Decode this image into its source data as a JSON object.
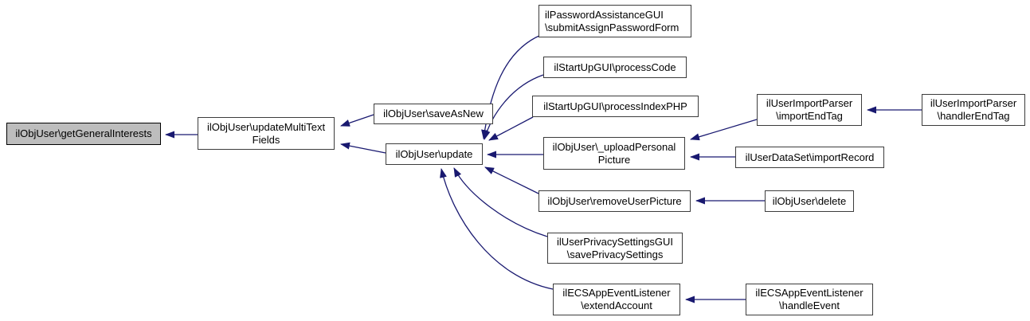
{
  "diagram": {
    "type": "call-graph",
    "colors": {
      "arrow": "#191970",
      "node_border": "#3c3c3c",
      "node_fill": "#ffffff",
      "highlight_fill": "#bdbdbd",
      "highlight_border": "#000000",
      "text": "#000000",
      "background": "#ffffff"
    },
    "nodes": {
      "getGeneralInterests": {
        "line1": "ilObjUser\\getGeneralInterests",
        "highlighted": true
      },
      "updateMultiTextFields": {
        "line1": "ilObjUser\\updateMultiText",
        "line2": "Fields"
      },
      "saveAsNew": {
        "line1": "ilObjUser\\saveAsNew"
      },
      "update": {
        "line1": "ilObjUser\\update"
      },
      "submitAssignPasswordForm": {
        "line1": "ilPasswordAssistanceGUI",
        "line2": "\\submitAssignPasswordForm"
      },
      "processCode": {
        "line1": "ilStartUpGUI\\processCode"
      },
      "processIndexPHP": {
        "line1": "ilStartUpGUI\\processIndexPHP"
      },
      "importEndTag": {
        "line1": "ilUserImportParser",
        "line2": "\\importEndTag"
      },
      "handlerEndTag": {
        "line1": "ilUserImportParser",
        "line2": "\\handlerEndTag"
      },
      "uploadPersonalPicture": {
        "line1": "ilObjUser\\_uploadPersonal",
        "line2": "Picture"
      },
      "importRecord": {
        "line1": "ilUserDataSet\\importRecord"
      },
      "removeUserPicture": {
        "line1": "ilObjUser\\removeUserPicture"
      },
      "delete": {
        "line1": "ilObjUser\\delete"
      },
      "savePrivacySettings": {
        "line1": "ilUserPrivacySettingsGUI",
        "line2": "\\savePrivacySettings"
      },
      "extendAccount": {
        "line1": "ilECSAppEventListener",
        "line2": "\\extendAccount"
      },
      "handleEvent": {
        "line1": "ilECSAppEventListener",
        "line2": "\\handleEvent"
      }
    },
    "edges": [
      {
        "from": "updateMultiTextFields",
        "to": "getGeneralInterests"
      },
      {
        "from": "saveAsNew",
        "to": "updateMultiTextFields"
      },
      {
        "from": "update",
        "to": "updateMultiTextFields"
      },
      {
        "from": "submitAssignPasswordForm",
        "to": "update"
      },
      {
        "from": "processCode",
        "to": "update"
      },
      {
        "from": "processIndexPHP",
        "to": "update"
      },
      {
        "from": "uploadPersonalPicture",
        "to": "update"
      },
      {
        "from": "removeUserPicture",
        "to": "update"
      },
      {
        "from": "savePrivacySettings",
        "to": "update"
      },
      {
        "from": "extendAccount",
        "to": "update"
      },
      {
        "from": "importEndTag",
        "to": "uploadPersonalPicture"
      },
      {
        "from": "importRecord",
        "to": "uploadPersonalPicture"
      },
      {
        "from": "handlerEndTag",
        "to": "importEndTag"
      },
      {
        "from": "delete",
        "to": "removeUserPicture"
      },
      {
        "from": "handleEvent",
        "to": "extendAccount"
      }
    ]
  }
}
